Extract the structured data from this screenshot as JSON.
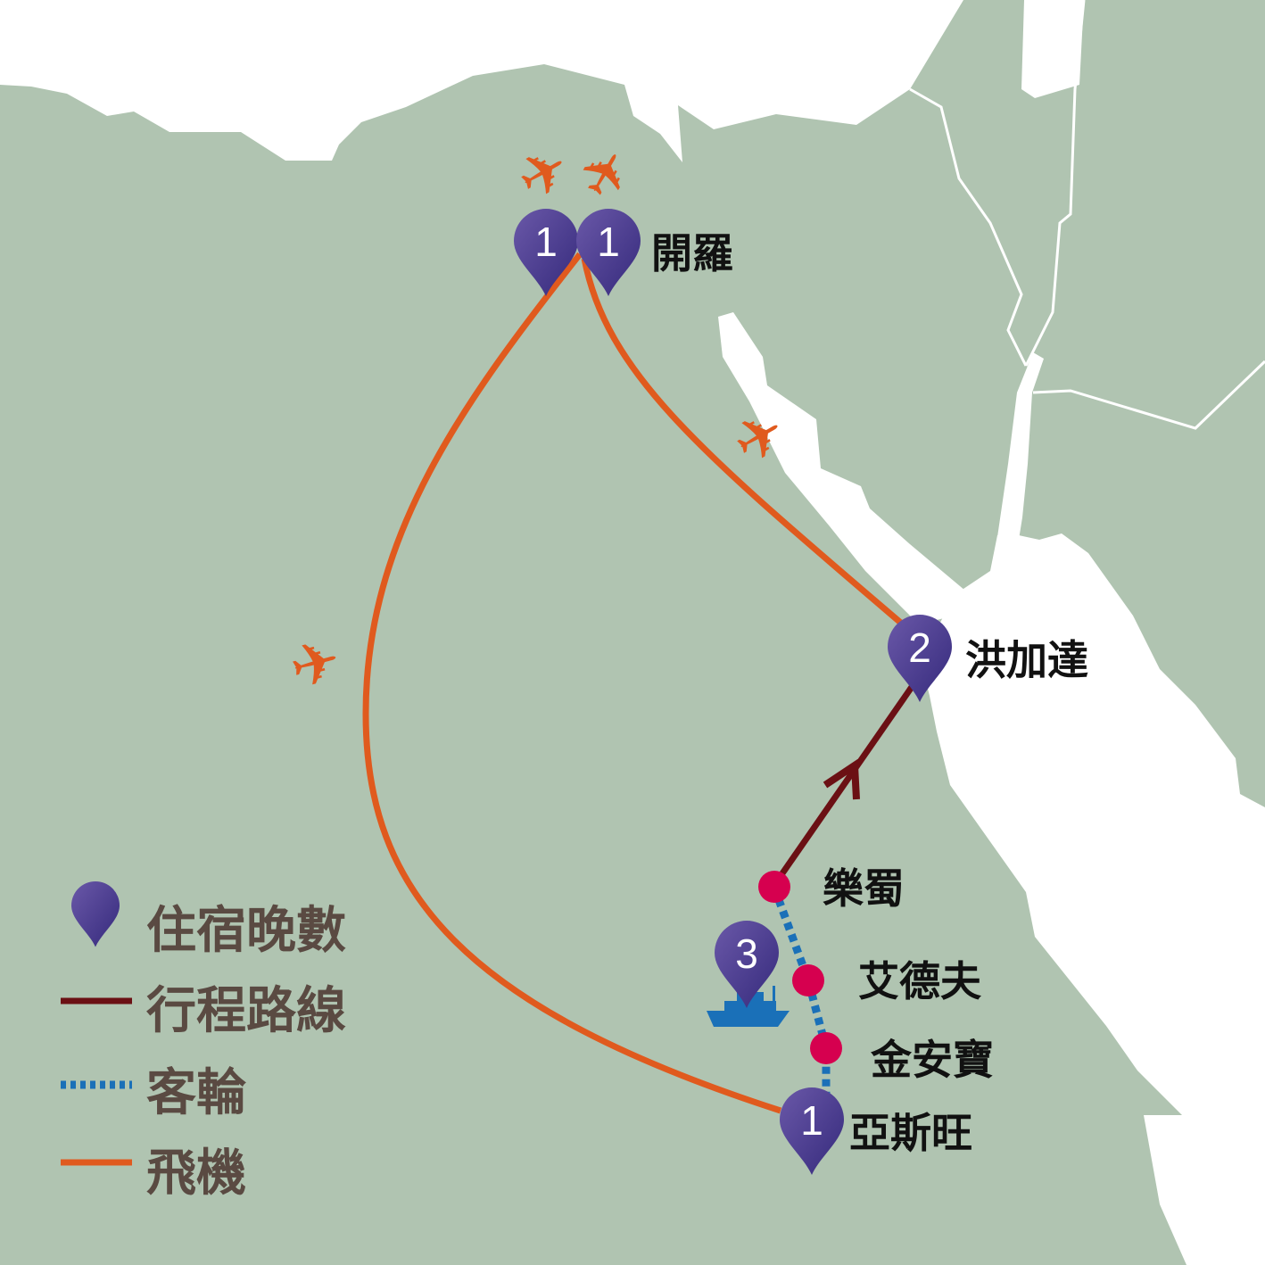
{
  "colors": {
    "land": "#b0c4b1",
    "sea": "#ffffff",
    "flight": "#e05a1e",
    "route": "#6b1014",
    "ferry": "#1a70b8",
    "stop": "#d6004f",
    "pin": "#4a3a92",
    "legend_text": "#5a4a42"
  },
  "places": {
    "cairo": {
      "name": "開羅",
      "pins": [
        "1",
        "1"
      ]
    },
    "hurghada": {
      "name": "洪加達",
      "pin": "2"
    },
    "luxor": {
      "name": "樂蜀"
    },
    "edfu": {
      "name": "艾德夫"
    },
    "kom_ombo": {
      "name": "金安寶"
    },
    "aswan": {
      "name": "亞斯旺",
      "pin": "1"
    },
    "cruise": {
      "pin": "3",
      "icon": "ship-icon"
    }
  },
  "legend": {
    "nights": "住宿晚數",
    "route": "行程路線",
    "ferry": "客輪",
    "flight": "飛機"
  },
  "icons": [
    "plane-icon",
    "map-pin-icon",
    "ship-icon"
  ]
}
